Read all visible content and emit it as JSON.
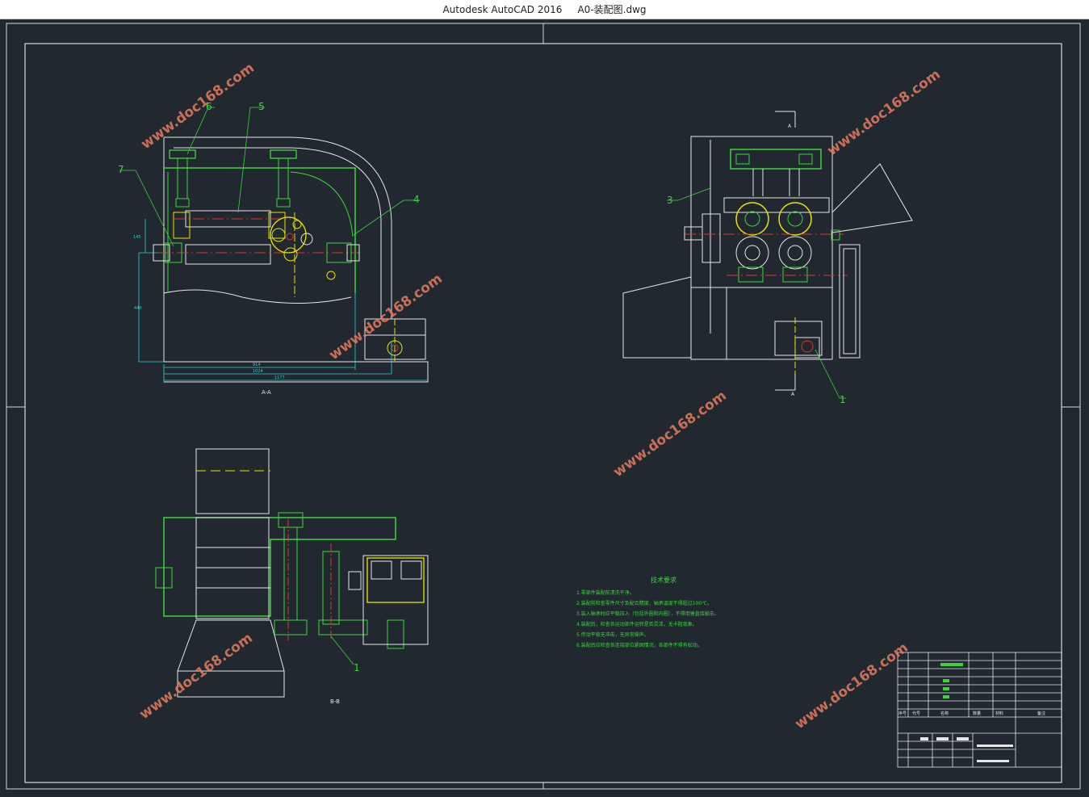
{
  "window": {
    "app_name": "Autodesk AutoCAD 2016",
    "file_name": "A0-装配图.dwg"
  },
  "drawing": {
    "section_labels": {
      "aa": "A-A",
      "bb": "B-B",
      "a_marker": "A"
    },
    "part_numbers": [
      "1",
      "3",
      "4",
      "5",
      "6",
      "7"
    ],
    "dimensions": {
      "d1": "1177",
      "d2": "1024",
      "d3": "914",
      "v1": "440",
      "v2": "145"
    },
    "tech_requirements": {
      "title": "技术要求",
      "items": [
        "1.零部件装配前清洗干净。",
        "2.装配前检查零件尺寸及配合精度，轴承温度不得超过100℃。",
        "3.装入轴承时应平稳压入（包括外圈和内圈），不得用锤直接敲击。",
        "4.装配后，检查各运动部件运转是否灵活，无卡阻现象。",
        "5.传动平稳无冲击，无异常噪声。",
        "6.装配后应检查各连接部位紧固情况，各部件不得有松动。"
      ]
    },
    "watermark": "www.doc168.com",
    "title_block": {
      "headers": [
        "序号",
        "代号",
        "名称",
        "数量",
        "材料",
        "备注"
      ]
    }
  },
  "colors": {
    "background": "#212830",
    "lines": "#e6e6e6",
    "green": "#3ed43e",
    "yellow": "#e6e600",
    "red": "#e03434",
    "cyan": "#2fd1d1",
    "watermark": "#e87b5c"
  }
}
